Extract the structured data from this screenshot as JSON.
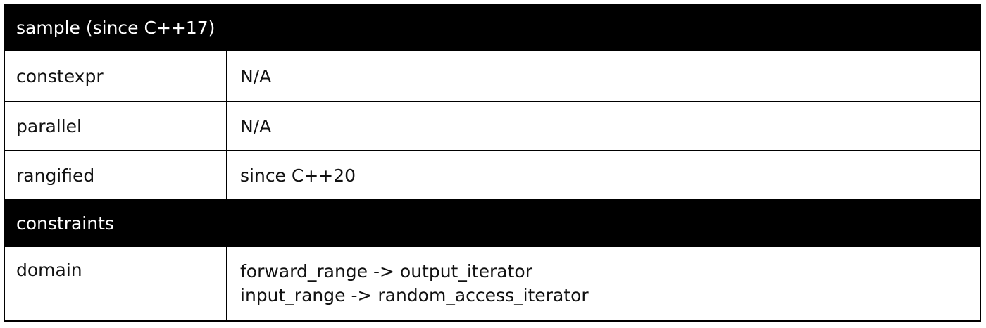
{
  "sections": [
    {
      "title": "sample (since C++17)",
      "rows": [
        {
          "label": "constexpr",
          "value": "N/A"
        },
        {
          "label": "parallel",
          "value": "N/A"
        },
        {
          "label": "rangified",
          "value": "since C++20"
        }
      ]
    },
    {
      "title": "constraints",
      "rows": [
        {
          "label": "domain",
          "lines": [
            "forward_range -> output_iterator",
            "input_range -> random_access_iterator"
          ]
        }
      ]
    }
  ]
}
